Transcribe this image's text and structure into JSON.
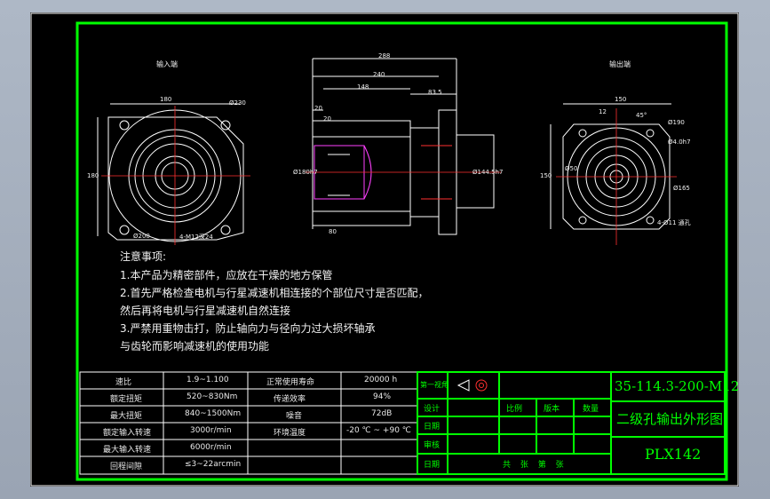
{
  "views": {
    "input_end": "输入端",
    "output_end": "输出端"
  },
  "dimensions": {
    "left_view": {
      "width": "180",
      "hole_dia": "Ø200",
      "side": "180",
      "bore": "Ø230",
      "bolts": "4-M12深24"
    },
    "side_view": {
      "overall": "288",
      "body": "240",
      "mid": "148",
      "flange": "83.5",
      "d20a": "20",
      "d20b": "20",
      "output_len": "80",
      "dia_left": "Ø180h7",
      "dia_right": "Ø144.5h7"
    },
    "right_view": {
      "width": "150",
      "d12": "12",
      "angle": "45°",
      "pcd": "Ø190",
      "pilot": "Ø4.0h7",
      "hole": "Ø165",
      "side": "150",
      "inner": "Ø50",
      "bolts": "4-Ø11 通孔"
    }
  },
  "notes": {
    "title": "注意事项:",
    "lines": [
      "1.本产品为精密部件，应放在干燥的地方保管",
      "2.首先严格检查电机与行星减速机相连接的个部位尺寸是否匹配，",
      "然后再将电机与行星减速机自然连接",
      "3.严禁用重物击打，防止轴向力与径向力过大损坏轴承",
      "与齿轮而影响减速机的使用功能"
    ]
  },
  "spec_table": {
    "rows": [
      [
        "速比",
        "1.9~1.100",
        "正常使用寿命",
        "20000 h"
      ],
      [
        "额定扭矩",
        "520~830Nm",
        "传递效率",
        "94%"
      ],
      [
        "最大扭矩",
        "840~1500Nm",
        "噪音",
        "72dB"
      ],
      [
        "额定输入转速",
        "3000r/min",
        "环境温度",
        "-20 ℃ ~ +90 ℃"
      ],
      [
        "最大输入转速",
        "6000r/min",
        "",
        ""
      ],
      [
        "回程间隙",
        "≤3~22arcmin",
        "",
        ""
      ]
    ]
  },
  "title_block": {
    "first_angle": "第一视角",
    "design": "设计",
    "date1": "日期",
    "review": "审核",
    "date2": "日期",
    "scale": "比例",
    "version": "版本",
    "qty": "数量",
    "sheets": "共  张  第  张",
    "drawing_no": "35-114.3-200-M12",
    "drawing_title": "二级孔输出外形图",
    "model": "PLX142"
  },
  "colors": {
    "frame": "#00ff00",
    "lines": "#ffffff",
    "accent_red": "#ff3030",
    "accent_magenta": "#ff40ff",
    "centerline": "#ff3030"
  }
}
